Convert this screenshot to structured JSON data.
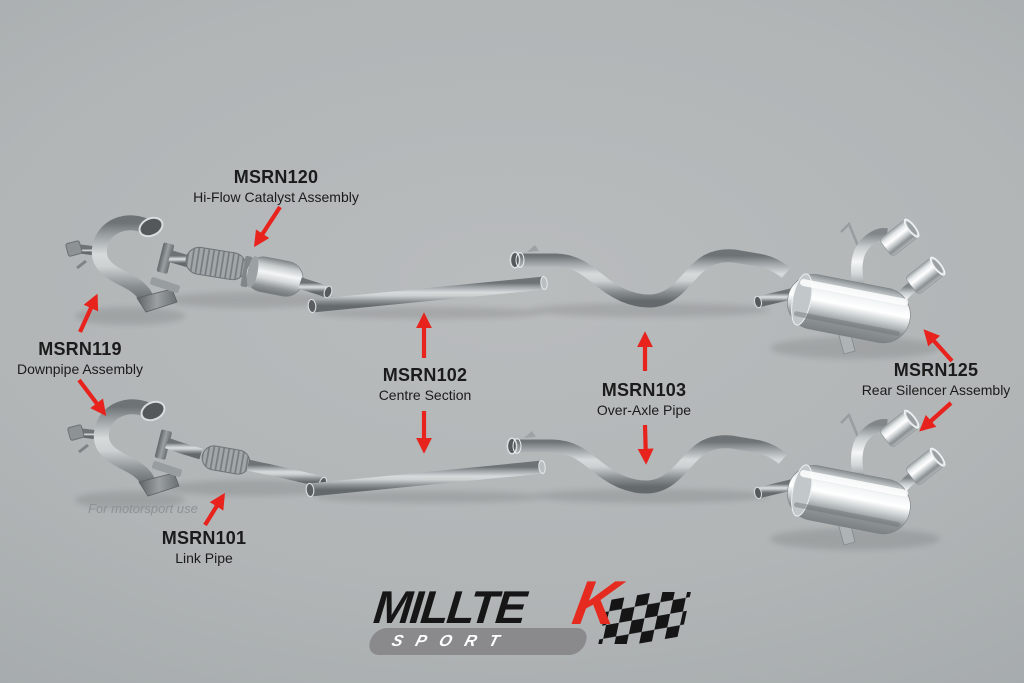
{
  "background": {
    "center_color": "#b9bcbd",
    "edge_color": "#989da0"
  },
  "accent_red": "#e8231e",
  "note": {
    "text": "For motorsport use"
  },
  "parts": [
    {
      "number": "MSRN120",
      "description": "Hi-Flow Catalyst Assembly"
    },
    {
      "number": "MSRN119",
      "description": "Downpipe Assembly"
    },
    {
      "number": "MSRN101",
      "description": "Link Pipe"
    },
    {
      "number": "MSRN102",
      "description": "Centre Section"
    },
    {
      "number": "MSRN103",
      "description": "Over-Axle Pipe"
    },
    {
      "number": "MSRN125",
      "description": "Rear Silencer Assembly"
    }
  ],
  "logo": {
    "brand_main": "MILLTE",
    "brand_k": "K",
    "brand_sub": "SPORT",
    "brand_color": "#161616",
    "k_color": "#e52a20",
    "sport_bar_color": "#8a8a8c",
    "sport_text_color": "#ffffff"
  }
}
